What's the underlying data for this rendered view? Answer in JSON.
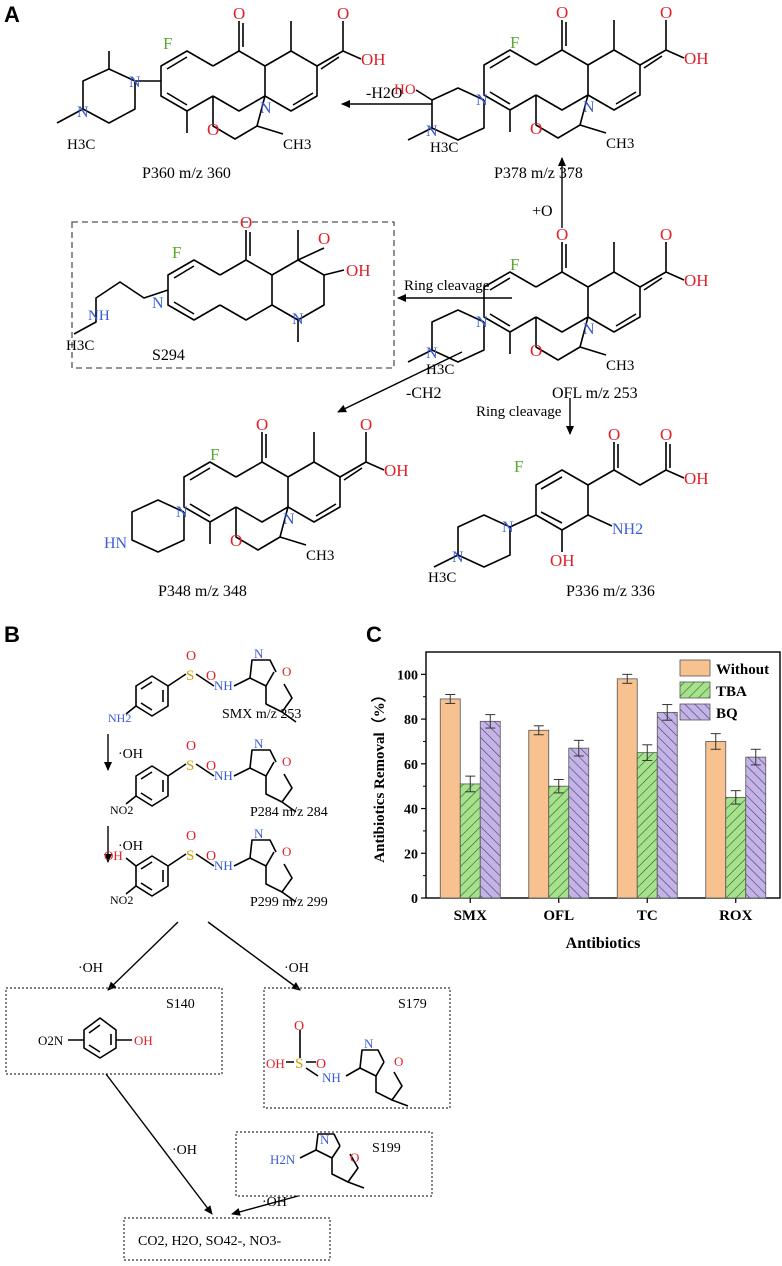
{
  "panel_labels": {
    "a": "A",
    "b": "B",
    "c": "C"
  },
  "colors": {
    "fluorine": "#5aa830",
    "oxygen": "#e0202a",
    "nitrogen": "#3a5bd8",
    "sulfur": "#c8a000",
    "without_bar": "#f7c190",
    "tba_bar": "#a6e28c",
    "bq_bar": "#c4b4e6"
  },
  "panel_a": {
    "labels": {
      "p360": "P360  m/z 360",
      "p378": "P378  m/z 378",
      "s294": "S294",
      "ofl": "OFL  m/z 253",
      "p348": "P348  m/z 348",
      "p336": "P336  m/z 336"
    },
    "arrows": {
      "minus_h2o": "-H2O",
      "plus_o": "+O",
      "ring_cleavage_left": "Ring cleavage",
      "ring_cleavage_down": "Ring cleavage",
      "minus_ch2": "-CH2"
    },
    "atoms": {
      "F": "F",
      "O": "O",
      "OH": "OH",
      "N": "N",
      "HO": "HO",
      "H3C": "H3C",
      "CH3": "CH3",
      "NH": "NH",
      "HN": "HN",
      "NH2": "NH2"
    }
  },
  "panel_b": {
    "labels": {
      "smx": "SMX  m/z 253",
      "p284": "P284  m/z 284",
      "p299": "P299  m/z 299",
      "s140": "S140",
      "s179": "S179",
      "s199": "S199"
    },
    "oh_radical": "·OH",
    "final_products": "CO2, H2O, SO42-, NO3-",
    "atoms": {
      "S": "S",
      "O": "O",
      "N": "N",
      "NH": "NH",
      "NH2": "NH2",
      "NO2": "NO2",
      "O2N": "O2N",
      "OH": "OH",
      "H2N": "H2N"
    }
  },
  "chart_data": {
    "type": "bar",
    "categories": [
      "SMX",
      "OFL",
      "TC",
      "ROX"
    ],
    "series": [
      {
        "name": "Without",
        "values": [
          89,
          75,
          98,
          70
        ],
        "errors": [
          2,
          2,
          2,
          3.5
        ],
        "color": "#f7c190",
        "hatch": "none"
      },
      {
        "name": "TBA",
        "values": [
          51,
          50,
          65,
          45
        ],
        "errors": [
          3.5,
          3,
          3.5,
          3
        ],
        "color": "#a6e28c",
        "hatch": "diagonal"
      },
      {
        "name": "BQ",
        "values": [
          79,
          67,
          83,
          63
        ],
        "errors": [
          3,
          3.5,
          3.5,
          3.5
        ],
        "color": "#c4b4e6",
        "hatch": "diagonal"
      }
    ],
    "xlabel": "Antibiotics",
    "ylabel": "Antibiotics Removal（%）",
    "ylim": [
      0,
      110
    ],
    "yticks": [
      0,
      20,
      40,
      60,
      80,
      100
    ],
    "grid": false,
    "legend_position": "top-right"
  }
}
